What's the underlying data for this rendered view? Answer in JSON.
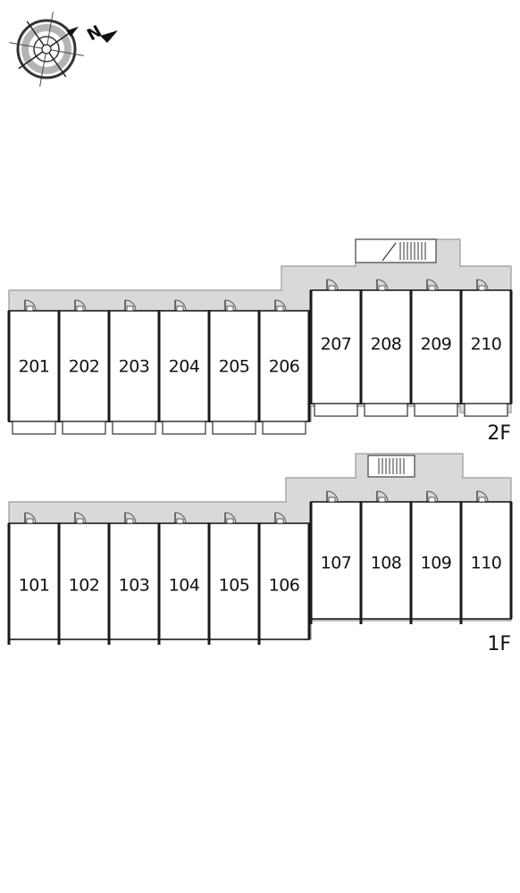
{
  "compass": {
    "north_label": "N",
    "icon": "compass-rose-icon"
  },
  "floors": [
    {
      "label": "2F",
      "units": [
        "201",
        "202",
        "203",
        "204",
        "205",
        "206",
        "207",
        "208",
        "209",
        "210"
      ]
    },
    {
      "label": "1F",
      "units": [
        "101",
        "102",
        "103",
        "104",
        "105",
        "106",
        "107",
        "108",
        "109",
        "110"
      ]
    }
  ],
  "colors": {
    "corridor": "#d9d9d9",
    "wall": "#1a1a1a",
    "room": "#ffffff"
  }
}
